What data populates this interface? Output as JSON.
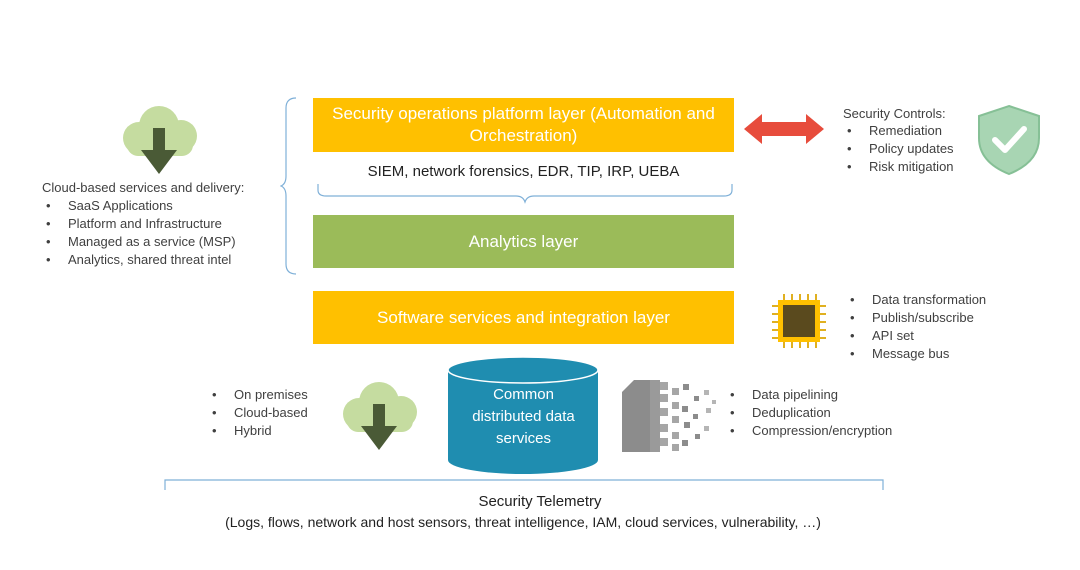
{
  "cloud_services": {
    "title": "Cloud-based services and delivery:",
    "items": [
      "SaaS Applications",
      "Platform and Infrastructure",
      "Managed as a service (MSP)",
      "Analytics, shared threat intel"
    ]
  },
  "layers": {
    "security_ops": "Security operations platform layer (Automation and Orchestration)",
    "security_ops_tools": "SIEM, network forensics, EDR, TIP, IRP, UEBA",
    "analytics": "Analytics layer",
    "software_services": "Software services and integration layer"
  },
  "security_controls": {
    "title": "Security Controls:",
    "items": [
      "Remediation",
      "Policy updates",
      "Risk mitigation"
    ]
  },
  "integration_features": {
    "items": [
      "Data transformation",
      "Publish/subscribe",
      "API set",
      "Message bus"
    ]
  },
  "deployment": {
    "items": [
      "On premises",
      "Cloud-based",
      "Hybrid"
    ]
  },
  "data_services": {
    "label": "Common distributed data services"
  },
  "pipeline_features": {
    "items": [
      "Data pipelining",
      "Deduplication",
      "Compression/encryption"
    ]
  },
  "telemetry": {
    "title": "Security Telemetry",
    "subtitle": "(Logs, flows, network and host sensors, threat intelligence, IAM, cloud services, vulnerability, …)"
  },
  "colors": {
    "yellow": "#ffc000",
    "green": "#9bbb59",
    "teal": "#1f8db0",
    "red_arrow": "#e74c3c",
    "cloud": "#c5dca0",
    "arrow_dark": "#4a5a36",
    "bracket": "#7fb0d8"
  },
  "icons": {
    "cloud_top": "cloud-download-icon",
    "shield": "shield-check-icon",
    "chip": "chip-icon",
    "cloud_bottom": "cloud-download-icon",
    "database": "database-icon",
    "pixel_doc": "pixelated-document-icon",
    "double_arrow": "double-arrow-icon"
  }
}
